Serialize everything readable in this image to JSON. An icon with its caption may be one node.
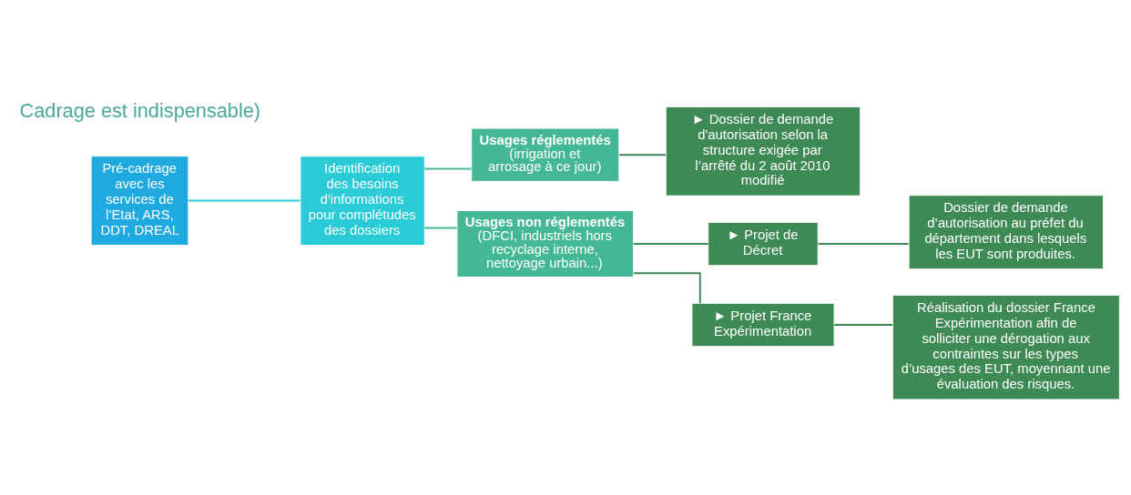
{
  "diagram": {
    "nodes": [
      {
        "text": [
          "Pré-cadrage avec les services de l’Etat, ARS, DDT, DREAL"
        ]
      },
      {
        "text": [
          "Identification des besoins d'informations pour complétudes des dossiers"
        ]
      },
      {
        "text": [
          "Usages réglementés",
          "(irrigation et arrosage à ce jour)"
        ]
      },
      {
        "text": [
          "► Dossier de demande d'autorisation selon la structure exigée par l’arrêté du 2 août 2010 modifié"
        ]
      },
      {
        "text": [
          "Usages non réglementés",
          "(DFCI, industriels hors recyclage interne, nettoyage urbain...)"
        ]
      },
      {
        "text": [
          "► Projet de Décret"
        ]
      },
      {
        "text": [
          "Dossier de demande d’autorisation au préfet du département dans lesquels les EUT sont produites."
        ]
      },
      {
        "text": [
          "► Projet France Expérimentation"
        ]
      },
      {
        "text": [
          "Réalisation du dossier France Expérimentation afin de solliciter une dérogation aux contraintes sur les types d’usages des EUT, moyennant une évaluation des risques."
        ]
      }
    ],
    "edges": [
      {
        "from": 0,
        "to": 1,
        "arrow": "none",
        "color": "#29cbd6"
      },
      {
        "from": 1,
        "to": 2,
        "arrow": "none",
        "color": "#44b894"
      },
      {
        "from": 1,
        "to": 4,
        "arrow": "none",
        "color": "#44b894"
      },
      {
        "from": 2,
        "to": 3,
        "arrow": "none"
      },
      {
        "from": 4,
        "to": 5,
        "arrow": "none"
      },
      {
        "from": 4,
        "to": 7,
        "arrow": "none"
      },
      {
        "from": 5,
        "to": 6,
        "arrow": "none"
      },
      {
        "from": 7,
        "to": 8,
        "arrow": "none"
      }
    ],
    "labels": [
      "Cadrage est indispensable)"
    ]
  }
}
